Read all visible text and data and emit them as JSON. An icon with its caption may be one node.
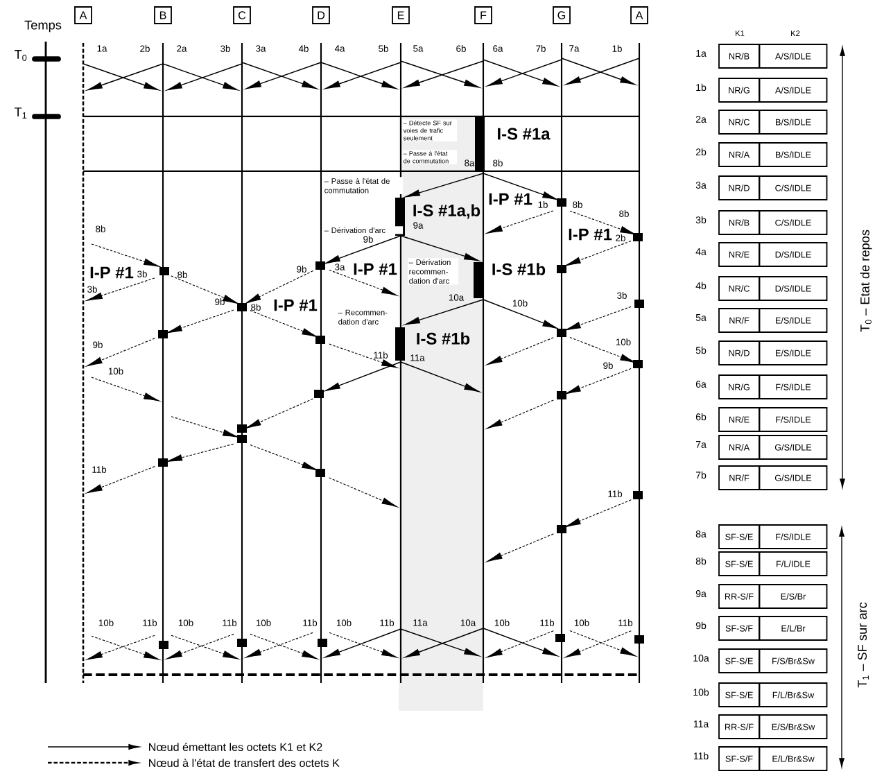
{
  "diagram": {
    "nodes": [
      {
        "text": [
          "A"
        ]
      },
      {
        "text": [
          "B"
        ]
      },
      {
        "text": [
          "C"
        ]
      },
      {
        "text": [
          "D"
        ]
      },
      {
        "text": [
          "E"
        ]
      },
      {
        "text": [
          "F"
        ]
      },
      {
        "text": [
          "G"
        ]
      },
      {
        "text": [
          "A"
        ]
      }
    ],
    "edges": [
      {
        "from": 0,
        "to": 1,
        "arrow": "to"
      },
      {
        "from": 1,
        "to": 0,
        "arrow": "to"
      },
      {
        "from": 1,
        "to": 2,
        "arrow": "to"
      },
      {
        "from": 2,
        "to": 1,
        "arrow": "to"
      },
      {
        "from": 2,
        "to": 3,
        "arrow": "to"
      },
      {
        "from": 3,
        "to": 2,
        "arrow": "to"
      },
      {
        "from": 3,
        "to": 4,
        "arrow": "to"
      },
      {
        "from": 4,
        "to": 3,
        "arrow": "to"
      },
      {
        "from": 4,
        "to": 5,
        "arrow": "to"
      },
      {
        "from": 5,
        "to": 4,
        "arrow": "to"
      },
      {
        "from": 5,
        "to": 6,
        "arrow": "to"
      },
      {
        "from": 6,
        "to": 5,
        "arrow": "to"
      },
      {
        "from": 6,
        "to": 7,
        "arrow": "to"
      },
      {
        "from": 7,
        "to": 6,
        "arrow": "to"
      },
      {
        "from": 5,
        "to": 4,
        "arrow": "to"
      },
      {
        "from": 5,
        "to": 6,
        "arrow": "to"
      },
      {
        "from": 6,
        "to": 5,
        "arrow": "to",
        "style": "dashed"
      },
      {
        "from": 6,
        "to": 7,
        "arrow": "to",
        "style": "dashed"
      },
      {
        "from": 4,
        "to": 3,
        "arrow": "to"
      },
      {
        "from": 4,
        "to": 5,
        "arrow": "to"
      },
      {
        "from": 7,
        "to": 6,
        "arrow": "to",
        "style": "dashed"
      },
      {
        "from": 0,
        "to": 1,
        "arrow": "to",
        "style": "dashed"
      },
      {
        "from": 1,
        "to": 0,
        "arrow": "to",
        "style": "dashed"
      },
      {
        "from": 1,
        "to": 2,
        "arrow": "to",
        "style": "dashed"
      },
      {
        "from": 3,
        "to": 2,
        "arrow": "to",
        "style": "dashed"
      },
      {
        "from": 3,
        "to": 4,
        "arrow": "to",
        "style": "dashed"
      },
      {
        "from": 5,
        "to": 4,
        "arrow": "to"
      },
      {
        "from": 5,
        "to": 6,
        "arrow": "to"
      },
      {
        "from": 7,
        "to": 6,
        "arrow": "to",
        "style": "dashed"
      },
      {
        "from": 2,
        "to": 1,
        "arrow": "to",
        "style": "dashed"
      },
      {
        "from": 2,
        "to": 3,
        "arrow": "to",
        "style": "dashed"
      },
      {
        "from": 1,
        "to": 0,
        "arrow": "to",
        "style": "dashed"
      },
      {
        "from": 6,
        "to": 5,
        "arrow": "to",
        "style": "dashed"
      },
      {
        "from": 6,
        "to": 7,
        "arrow": "to",
        "style": "dashed"
      },
      {
        "from": 3,
        "to": 4,
        "arrow": "to",
        "style": "dashed"
      },
      {
        "from": 4,
        "to": 3,
        "arrow": "to"
      },
      {
        "from": 4,
        "to": 5,
        "arrow": "to"
      },
      {
        "from": 7,
        "to": 6,
        "arrow": "to",
        "style": "dashed"
      },
      {
        "from": 0,
        "to": 1,
        "arrow": "to",
        "style": "dashed"
      },
      {
        "from": 3,
        "to": 2,
        "arrow": "to",
        "style": "dashed"
      },
      {
        "from": 6,
        "to": 5,
        "arrow": "to",
        "style": "dashed"
      },
      {
        "from": 1,
        "to": 2,
        "arrow": "to",
        "style": "dashed"
      },
      {
        "from": 2,
        "to": 1,
        "arrow": "to",
        "style": "dashed"
      },
      {
        "from": 2,
        "to": 3,
        "arrow": "to",
        "style": "dashed"
      },
      {
        "from": 1,
        "to": 0,
        "arrow": "to",
        "style": "dashed"
      },
      {
        "from": 3,
        "to": 4,
        "arrow": "to",
        "style": "dashed"
      },
      {
        "from": 7,
        "to": 6,
        "arrow": "to",
        "style": "dashed"
      },
      {
        "from": 6,
        "to": 5,
        "arrow": "to",
        "style": "dashed"
      },
      {
        "from": 0,
        "to": 1,
        "arrow": "to",
        "style": "dashed"
      },
      {
        "from": 1,
        "to": 0,
        "arrow": "to",
        "style": "dashed"
      },
      {
        "from": 1,
        "to": 2,
        "arrow": "to",
        "style": "dashed"
      },
      {
        "from": 2,
        "to": 1,
        "arrow": "to",
        "style": "dashed"
      },
      {
        "from": 2,
        "to": 3,
        "arrow": "to",
        "style": "dashed"
      },
      {
        "from": 3,
        "to": 2,
        "arrow": "to",
        "style": "dashed"
      },
      {
        "from": 3,
        "to": 4,
        "arrow": "to",
        "style": "dashed"
      },
      {
        "from": 4,
        "to": 3,
        "arrow": "to"
      },
      {
        "from": 4,
        "to": 5,
        "arrow": "to"
      },
      {
        "from": 5,
        "to": 4,
        "arrow": "to"
      },
      {
        "from": 5,
        "to": 6,
        "arrow": "to"
      },
      {
        "from": 6,
        "to": 5,
        "arrow": "to",
        "style": "dashed"
      },
      {
        "from": 6,
        "to": 7,
        "arrow": "to",
        "style": "dashed"
      },
      {
        "from": 7,
        "to": 6,
        "arrow": "to",
        "style": "dashed"
      }
    ],
    "labels": [
      "Temps",
      "T$_{0}$",
      "T$_{1}$",
      "1a",
      "2b",
      "2a",
      "3b",
      "3a",
      "4b",
      "4a",
      "5b",
      "5a",
      "6b",
      "6a",
      "7b",
      "7a",
      "1b",
      "– Détecte SF sur voies de trafic seulement",
      "I-S #1a",
      "– Passe à l'état de commutation",
      "8a",
      "8b",
      "– Passe à l'état de commutation",
      "I-S #1a,b",
      "I-P #1",
      "1b",
      "8b",
      "8b",
      "8b",
      "– Dérivation d'arc",
      "9b",
      "9a",
      "I-P #1",
      "2b",
      "I-P #1",
      "3b",
      "8b",
      "9b",
      "3a",
      "I-P #1",
      "– Dérivation recommen-dation d'arc",
      "I-S #1b",
      "3b",
      "9b",
      "8b",
      "I-P #1",
      "– Recommen-dation d'arc",
      "10a",
      "10b",
      "3b",
      "9b",
      "I-S #1b",
      "10b",
      "11b",
      "11a",
      "9b",
      "10b",
      "11b",
      "11b",
      "10b",
      "11b",
      "10b",
      "11b",
      "10b",
      "11b",
      "10b",
      "11b",
      "11a",
      "10a",
      "10b",
      "11b",
      "10b",
      "11b",
      "K1",
      "K2",
      "1a",
      "NR/B",
      "A/S/IDLE",
      "1b",
      "NR/G",
      "A/S/IDLE",
      "2a",
      "NR/C",
      "B/S/IDLE",
      "2b",
      "NR/A",
      "B/S/IDLE",
      "3a",
      "NR/D",
      "C/S/IDLE",
      "3b",
      "NR/B",
      "C/S/IDLE",
      "4a",
      "NR/E",
      "D/S/IDLE",
      "4b",
      "NR/C",
      "D/S/IDLE",
      "5a",
      "NR/F",
      "E/S/IDLE",
      "5b",
      "NR/D",
      "E/S/IDLE",
      "6a",
      "NR/G",
      "F/S/IDLE",
      "6b",
      "NR/E",
      "F/S/IDLE",
      "7a",
      "NR/A",
      "G/S/IDLE",
      "7b",
      "NR/F",
      "G/S/IDLE",
      "8a",
      "SF-S/E",
      "F/S/IDLE",
      "8b",
      "SF-S/E",
      "F/L/IDLE",
      "9a",
      "RR-S/F",
      "E/S/Br",
      "9b",
      "SF-S/F",
      "E/L/Br",
      "10a",
      "SF-S/E",
      "F/S/Br&Sw",
      "10b",
      "SF-S/E",
      "F/L/Br&Sw",
      "11a",
      "RR-S/F",
      "E/S/Br&Sw",
      "11b",
      "SF-S/F",
      "E/L/Br&Sw",
      "T$_{0}$ – Etat de repos",
      "T$_{1}$ – SF sur arc"
    ],
    "legend": [
      {
        "text": "Nœud émettant les octets K1 et K2"
      },
      {
        "text": "Nœud à l'état de transfert des octets K"
      }
    ]
  }
}
